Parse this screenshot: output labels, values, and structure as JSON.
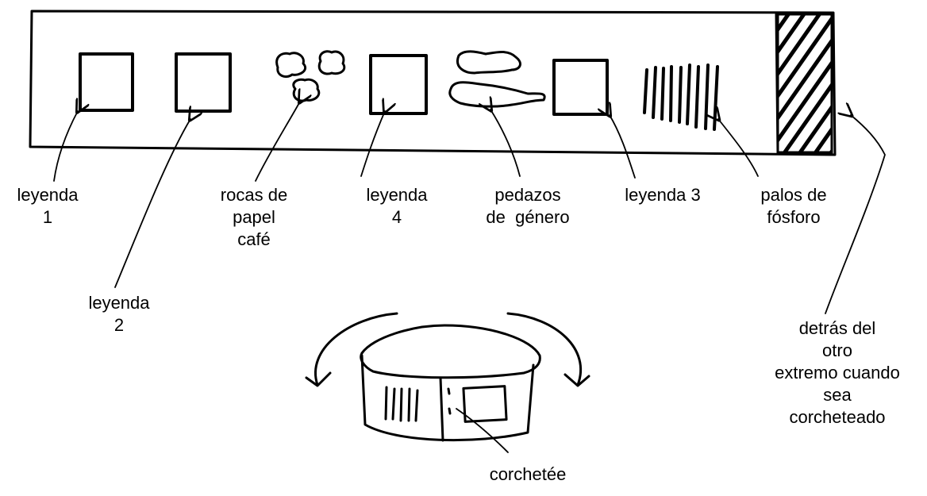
{
  "labels": {
    "leyenda1": [
      "leyenda",
      "1"
    ],
    "leyenda2": [
      "leyenda",
      "2"
    ],
    "rocas": [
      "rocas de",
      "papel",
      "café"
    ],
    "leyenda4": [
      "leyenda",
      "4"
    ],
    "pedazos": [
      "pedazos",
      "de  género"
    ],
    "leyenda3": [
      "leyenda 3"
    ],
    "palos": [
      "palos de",
      "fósforo"
    ],
    "detras": [
      "detrás del",
      "otro",
      "extremo cuando",
      "sea",
      "corcheteado"
    ],
    "corchetee": [
      "corchetée"
    ]
  },
  "colors": {
    "ink": "#000000",
    "background": "#ffffff"
  }
}
